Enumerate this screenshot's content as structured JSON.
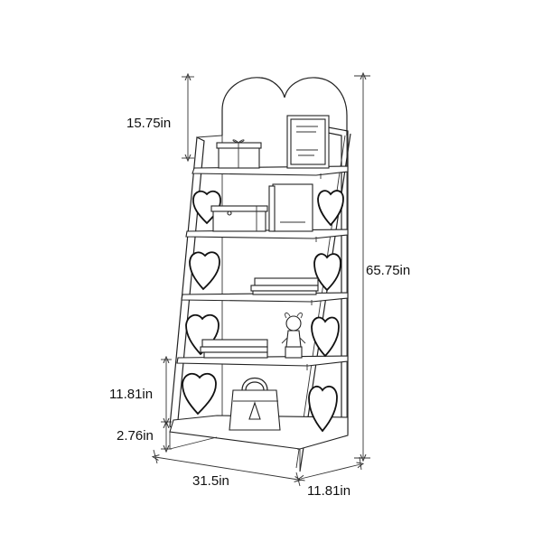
{
  "product": {
    "name": "heart-ladder-bookshelf",
    "line_color": "#222222",
    "background": "#ffffff"
  },
  "dimensions": {
    "top_panel_height": "15.75in",
    "total_height": "65.75in",
    "bottom_shelf_spacing": "11.81in",
    "base_clearance": "2.76in",
    "width": "31.5in",
    "depth": "11.81in"
  },
  "icons": [
    "heart-icon",
    "gift-box-icon",
    "book-icon",
    "handbag-icon",
    "figurine-icon"
  ]
}
